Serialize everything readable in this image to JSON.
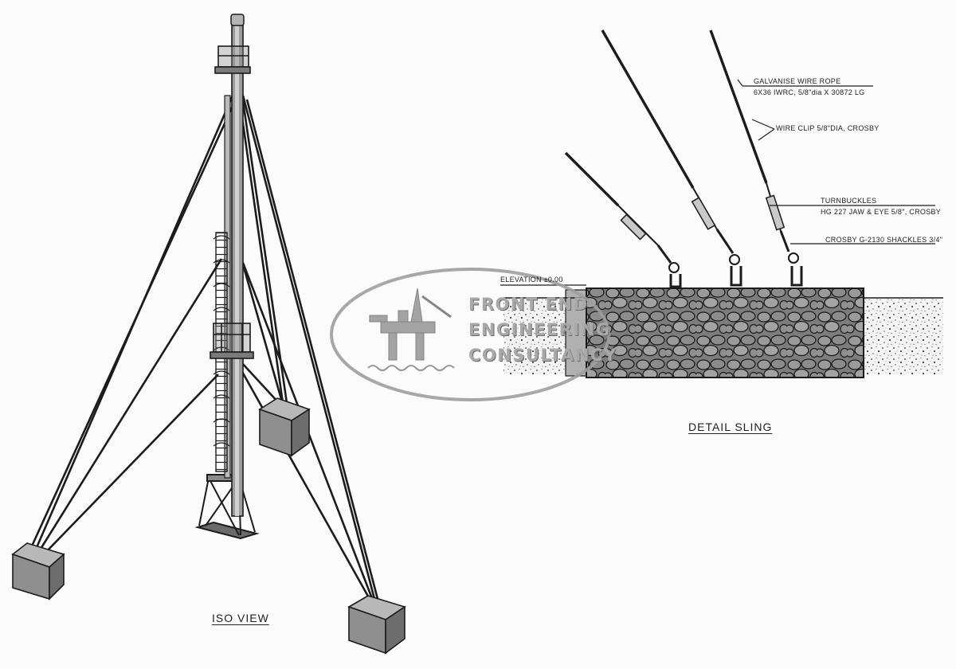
{
  "views": {
    "iso_title": "ISO VIEW",
    "detail_title": "DETAIL SLING"
  },
  "callouts": {
    "wire_rope_line1": "GALVANISE WIRE ROPE",
    "wire_rope_line2": "6X36 IWRC, 5/8\"dia X 30872 LG",
    "wire_clip": "WIRE CLIP 5/8\"DIA, CROSBY",
    "turnbuckles_line1": "TURNBUCKLES",
    "turnbuckles_line2": "HG 227 JAW & EYE 5/8\", CROSBY",
    "shackles": "CROSBY G-2130 SHACKLES 3/4\"",
    "elevation": "ELEVATION ±0.00"
  },
  "watermark": {
    "line1": "FRONT END",
    "line2": "ENGINEERING",
    "line3": "CONSULTANCY"
  },
  "colors": {
    "ink": "#1f1f1f",
    "concrete_block": "#8a8a8a",
    "watermark": "#a9a9a9"
  }
}
